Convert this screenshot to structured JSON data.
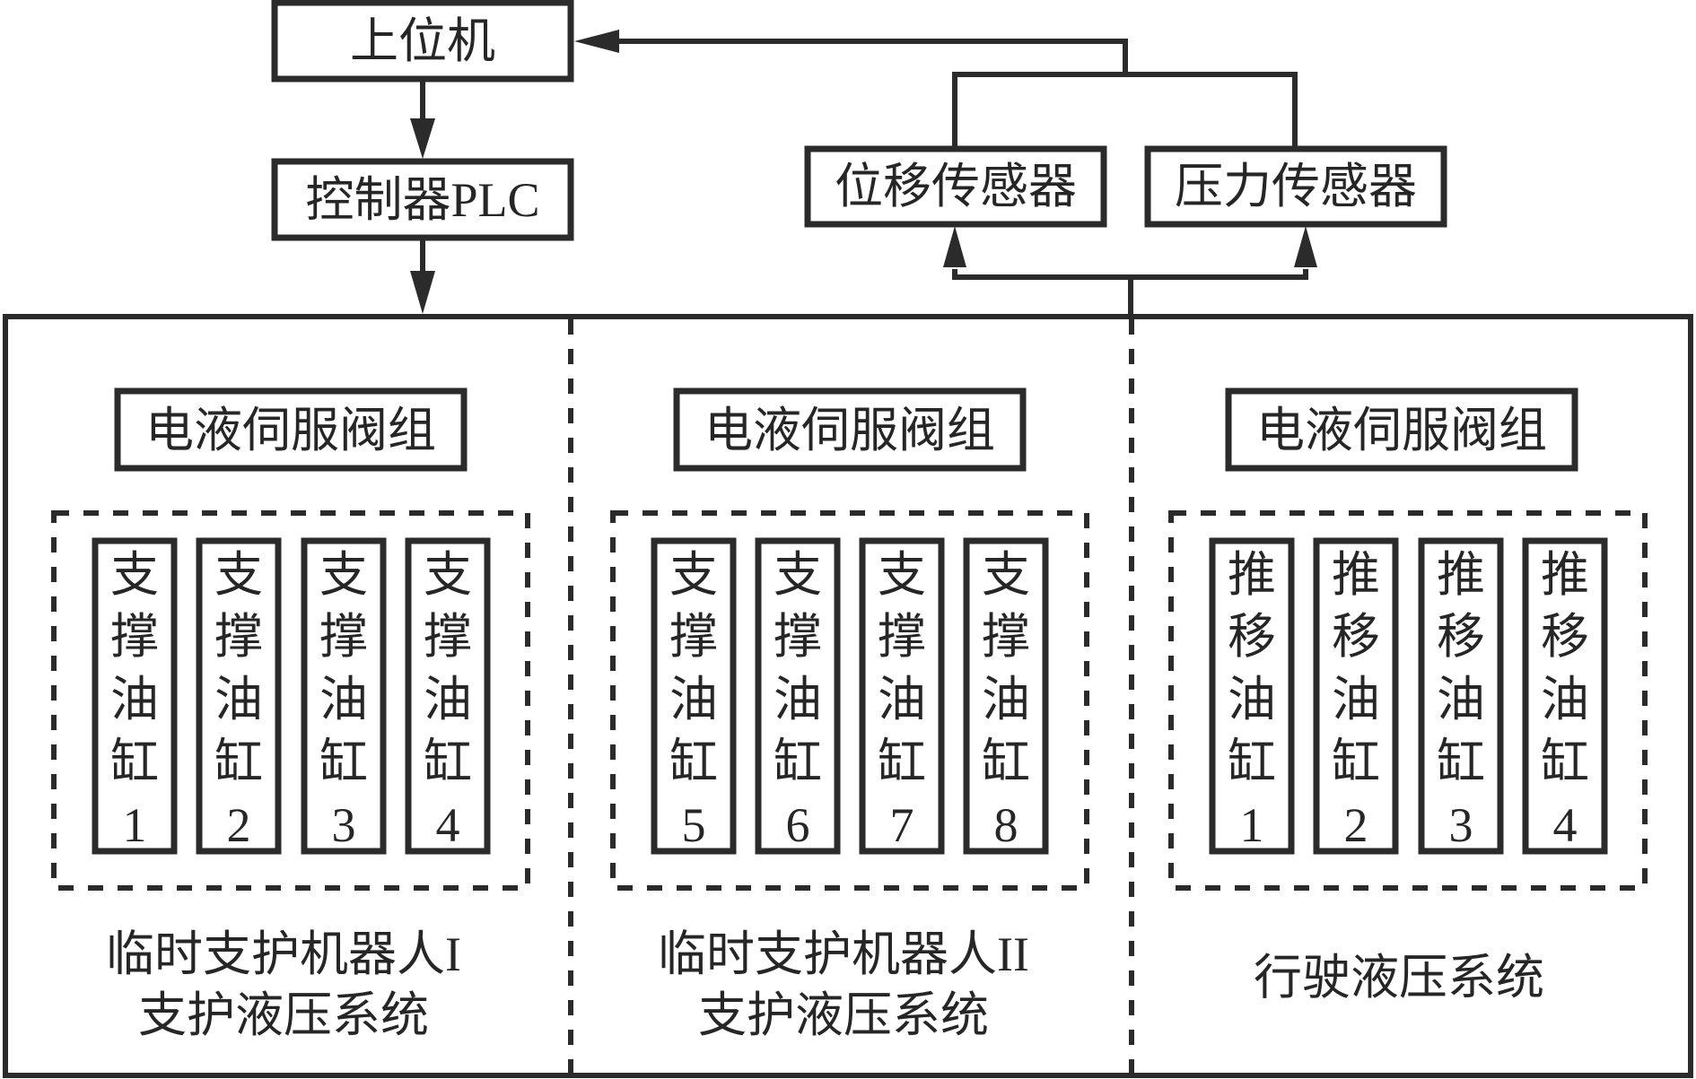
{
  "diagram": {
    "host_computer": {
      "label": "上位机"
    },
    "controller": {
      "label": "控制器PLC"
    },
    "sensors": [
      {
        "label": "位移传感器"
      },
      {
        "label": "压力传感器"
      }
    ],
    "subsystems": [
      {
        "valve_group": "电液伺服阀组",
        "cylinders": [
          {
            "chars": [
              "支",
              "撑",
              "油",
              "缸"
            ],
            "number": "1"
          },
          {
            "chars": [
              "支",
              "撑",
              "油",
              "缸"
            ],
            "number": "2"
          },
          {
            "chars": [
              "支",
              "撑",
              "油",
              "缸"
            ],
            "number": "3"
          },
          {
            "chars": [
              "支",
              "撑",
              "油",
              "缸"
            ],
            "number": "4"
          }
        ],
        "caption_lines": [
          "临时支护机器人I",
          "支护液压系统"
        ]
      },
      {
        "valve_group": "电液伺服阀组",
        "cylinders": [
          {
            "chars": [
              "支",
              "撑",
              "油",
              "缸"
            ],
            "number": "5"
          },
          {
            "chars": [
              "支",
              "撑",
              "油",
              "缸"
            ],
            "number": "6"
          },
          {
            "chars": [
              "支",
              "撑",
              "油",
              "缸"
            ],
            "number": "7"
          },
          {
            "chars": [
              "支",
              "撑",
              "油",
              "缸"
            ],
            "number": "8"
          }
        ],
        "caption_lines": [
          "临时支护机器人II",
          "支护液压系统"
        ]
      },
      {
        "valve_group": "电液伺服阀组",
        "cylinders": [
          {
            "chars": [
              "推",
              "移",
              "油",
              "缸"
            ],
            "number": "1"
          },
          {
            "chars": [
              "推",
              "移",
              "油",
              "缸"
            ],
            "number": "2"
          },
          {
            "chars": [
              "推",
              "移",
              "油",
              "缸"
            ],
            "number": "3"
          },
          {
            "chars": [
              "推",
              "移",
              "油",
              "缸"
            ],
            "number": "4"
          }
        ],
        "caption_lines": [
          "行驶液压系统"
        ]
      }
    ],
    "connections": [
      {
        "from": "host_computer",
        "to": "controller"
      },
      {
        "from": "controller",
        "to": "subsystems"
      },
      {
        "from": "subsystems",
        "to": "sensors"
      },
      {
        "from": "sensors",
        "to": "host_computer"
      }
    ]
  }
}
